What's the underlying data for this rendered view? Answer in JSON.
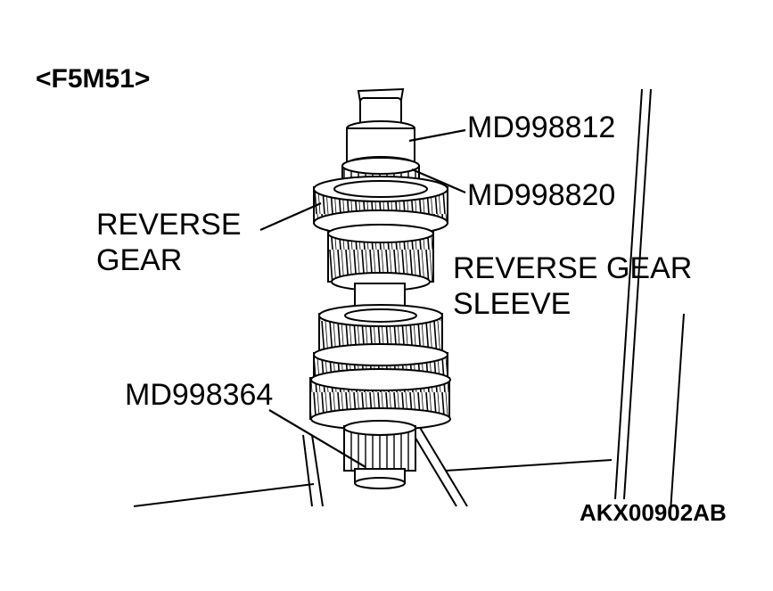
{
  "model_tag": "<F5M51>",
  "labels": {
    "md998812": "MD998812",
    "md998820": "MD998820",
    "reverse_gear_line1": "REVERSE",
    "reverse_gear_line2": "GEAR",
    "sleeve_line1": "REVERSE GEAR",
    "sleeve_line2": "SLEEVE",
    "md998364": "MD998364"
  },
  "figure_code": "AKX00902AB"
}
